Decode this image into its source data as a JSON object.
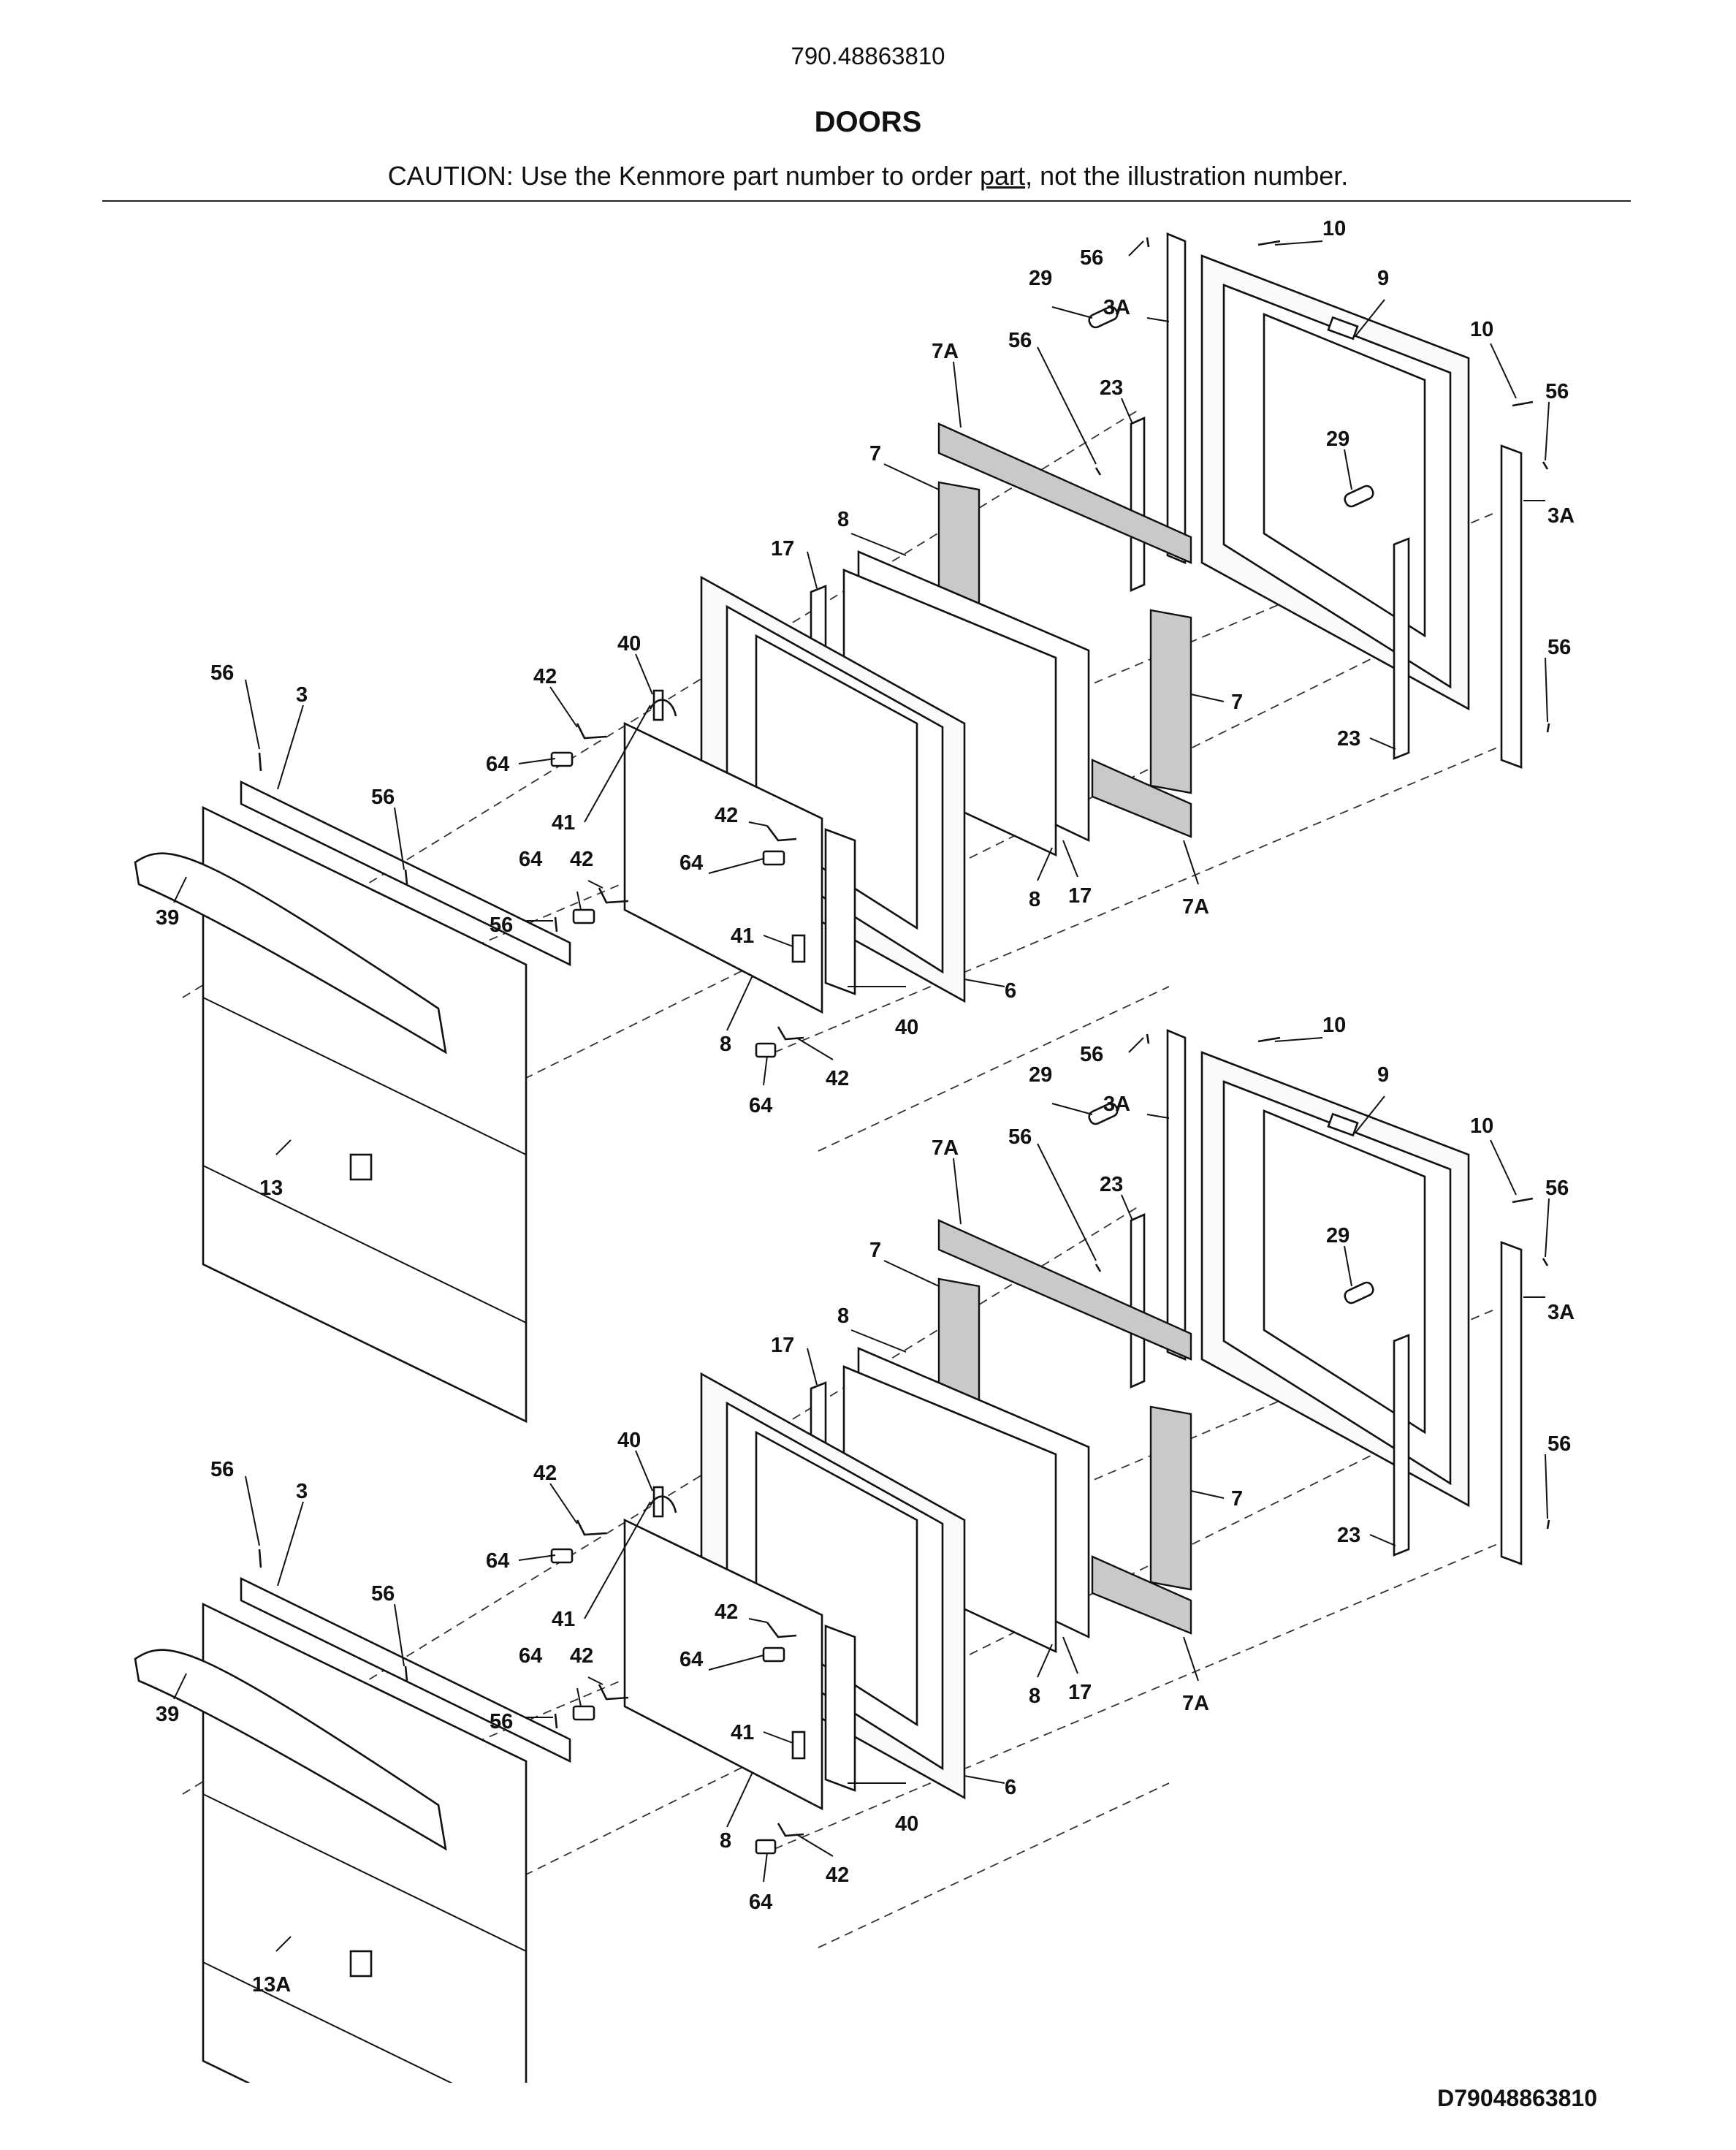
{
  "header": {
    "model_number": "790.48863810",
    "section_title": "DOORS",
    "caution_before": "CAUTION: Use the Kenmore part number to order ",
    "caution_link": "part",
    "caution_after": ", not the illustration number."
  },
  "footer": {
    "diagram_id": "D79048863810"
  },
  "assemblies": [
    {
      "labels": {
        "p10a": "10",
        "p56a": "56",
        "p9": "9",
        "p29a": "29",
        "p3Aa": "3A",
        "p7Aa": "7A",
        "p56b": "56",
        "p10b": "10",
        "p56c": "56",
        "p23a": "23",
        "p29b": "29",
        "p7a": "7",
        "p3Ab": "3A",
        "p8a": "8",
        "p17a": "17",
        "p56d": "56",
        "p7b": "7",
        "p23b": "23",
        "p40a": "40",
        "p42a": "42",
        "p56e": "56",
        "p3": "3",
        "p64a": "64",
        "p41a": "41",
        "p56f": "56",
        "p42b": "42",
        "p64b": "64",
        "p42c": "42",
        "p64c": "64",
        "p56g": "56",
        "p41b": "41",
        "p8b": "8",
        "p17b": "17",
        "p7Ab": "7A",
        "p39": "39",
        "p6": "6",
        "p8c": "8",
        "p40b": "40",
        "p42d": "42",
        "p64d": "64",
        "p13": "13"
      }
    },
    {
      "labels": {
        "p10a": "10",
        "p56a": "56",
        "p9": "9",
        "p29a": "29",
        "p3Aa": "3A",
        "p7Aa": "7A",
        "p56b": "56",
        "p10b": "10",
        "p56c": "56",
        "p23a": "23",
        "p29b": "29",
        "p7a": "7",
        "p3Ab": "3A",
        "p8a": "8",
        "p17a": "17",
        "p56d": "56",
        "p7b": "7",
        "p23b": "23",
        "p40a": "40",
        "p42a": "42",
        "p56e": "56",
        "p3": "3",
        "p64a": "64",
        "p41a": "41",
        "p56f": "56",
        "p42b": "42",
        "p64b": "64",
        "p42c": "42",
        "p64c": "64",
        "p56g": "56",
        "p41b": "41",
        "p8b": "8",
        "p17b": "17",
        "p7Ab": "7A",
        "p39": "39",
        "p6": "6",
        "p8c": "8",
        "p40b": "40",
        "p42d": "42",
        "p64d": "64",
        "p13": "13A"
      }
    }
  ]
}
